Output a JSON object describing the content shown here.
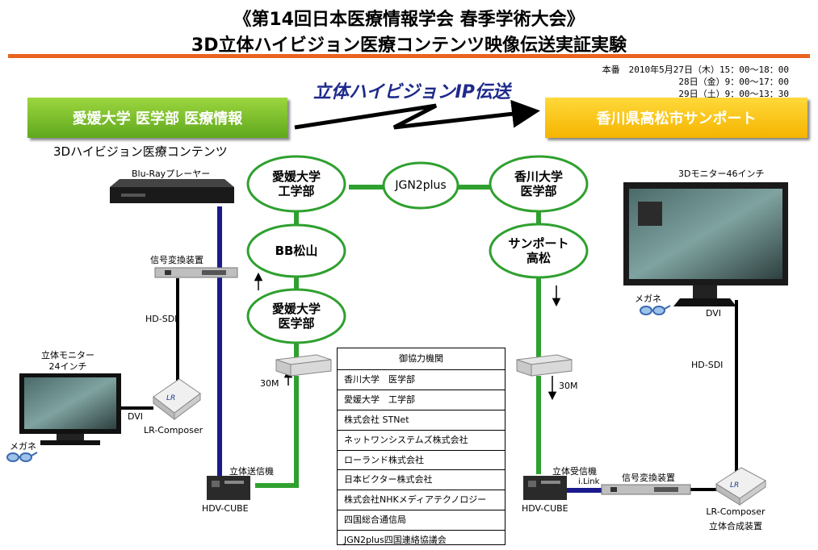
{
  "header": {
    "title_line1": "《第14回日本医療情報学会 春季学術大会》",
    "title_line2": "3D立体ハイビジョン医療コンテンツ映像伝送実証実験"
  },
  "schedule": {
    "line1": "本番　2010年5月27日（木）15：00～18：00",
    "line2": "28日（金）9：00～17：00",
    "line3": "29日（土）9：00～13：30"
  },
  "banner": "立体ハイビジョンIP伝送",
  "sites": {
    "left": "愛媛大学 医学部 医療情報",
    "right": "香川県高松市サンポート"
  },
  "contents_label": "3Dハイビジョン医療コンテンツ",
  "nodes": {
    "ehime_eng": "愛媛大学\n工学部",
    "jgn": "JGN2plus",
    "kagawa_med": "香川大学\n医学部",
    "bb": "BB松山",
    "sunport": "サンポート\n高松",
    "ehime_med": "愛媛大学\n医学部"
  },
  "labels": {
    "bluray": "Blu-Rayプレーヤー",
    "converter_left": "信号変換装置",
    "hdsdi_left": "HD-SDI",
    "monitor24_line1": "立体モニター",
    "monitor24_line2": "24インチ",
    "dvi_left": "DVI",
    "lr_left": "LR-Composer",
    "glasses_left": "メガネ",
    "bw_left": "30M",
    "sender": "立体送信機",
    "hdv_left": "HDV-CUBE",
    "monitor46": "3Dモニター46インチ",
    "glasses_right": "メガネ",
    "dvi_right": "DVI",
    "hdsdi_right": "HD-SDI",
    "bw_right": "30M",
    "receiver": "立体受信機",
    "ilink": "i.Link",
    "converter_right": "信号変換装置",
    "hdv_right": "HDV-CUBE",
    "lr_right_line1": "LR-Composer",
    "lr_right_line2": "立体合成装置",
    "lr_badge": "LR"
  },
  "cooperation": {
    "title": "御協力機関",
    "items": [
      "香川大学　医学部",
      "愛媛大学　工学部",
      "株式会社 STNet",
      "ネットワンシステムズ株式会社",
      "ローランド株式会社",
      "日本ビクター株式会社",
      "株式会社NHKメディアテクノロジー",
      "四国総合通信局",
      "JGN2plus四国連絡協議会"
    ]
  },
  "colors": {
    "accent_rule": "#e8641e",
    "network_green": "#2fa02f",
    "video_blue": "#1a1a8c",
    "banner_text": "#1e2a8a",
    "box_left": "#6fb82a",
    "box_right": "#f8c400"
  }
}
